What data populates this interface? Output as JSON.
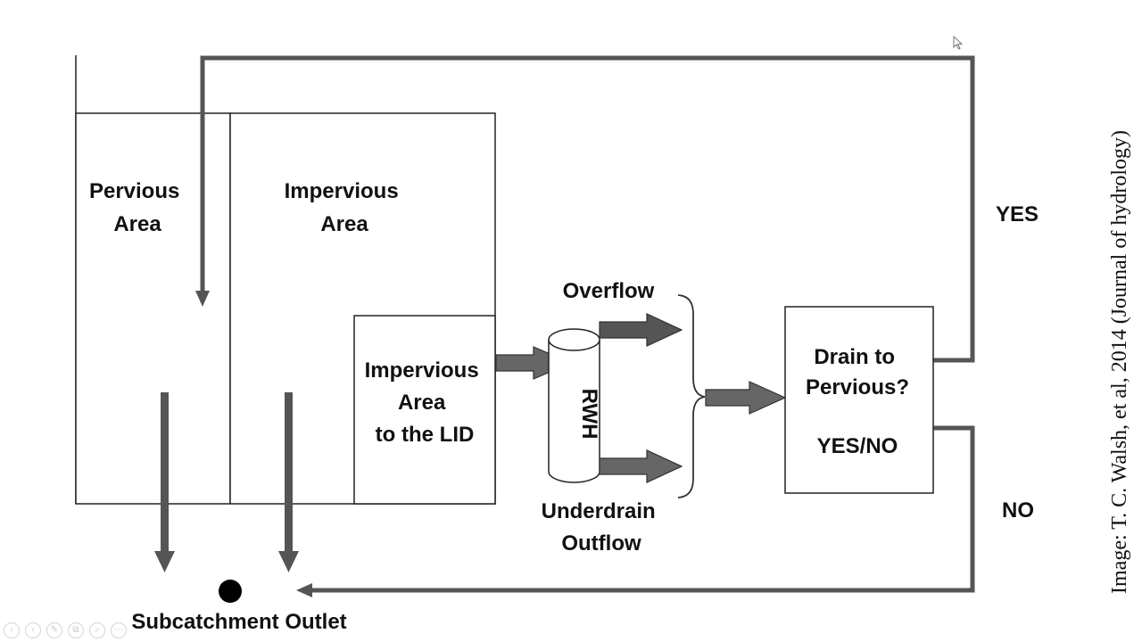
{
  "labels": {
    "pervious_area": [
      "Pervious",
      "Area"
    ],
    "impervious_area": [
      "Impervious",
      "Area"
    ],
    "impervious_lid": [
      "Impervious",
      "Area",
      "to the LID"
    ],
    "rwh": "RWH",
    "overflow": "Overflow",
    "underdrain": [
      "Underdrain",
      "Outflow"
    ],
    "decision": [
      "Drain to",
      "Pervious?"
    ],
    "decision_options": "YES/NO",
    "yes": "YES",
    "no": "NO",
    "outlet": "Subcatchment Outlet"
  },
  "caption": "Image: T. C. Walsh, et al, 2014 (Journal of hydrology)",
  "colors": {
    "arrow": "#555555",
    "line": "#222222",
    "text": "#111111"
  },
  "toolbar_icons": [
    "prev-icon",
    "next-icon",
    "pen-icon",
    "copy-icon",
    "zoom-icon",
    "more-icon"
  ]
}
